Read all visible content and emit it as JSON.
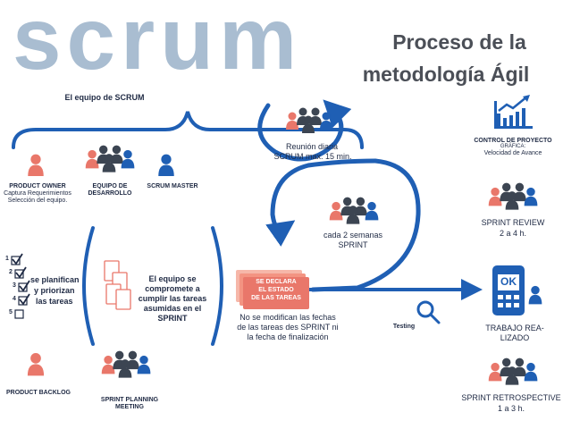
{
  "header": {
    "logo_text": "scrum",
    "title_line1": "Proceso de la",
    "title_line2": "metodología Ágil"
  },
  "team": {
    "heading": "El equipo de SCRUM",
    "product_owner": {
      "title": "PRODUCT OWNER",
      "desc1": "Captura Requerimientos",
      "desc2": "Selección del equipo."
    },
    "dev_team": {
      "line1": "EQUIPO DE",
      "line2": "DESARROLLO"
    },
    "scrum_master": "SCRUM MASTER"
  },
  "backlog": {
    "numbers": [
      "1",
      "2",
      "3",
      "4",
      "5"
    ],
    "text_line1": "se planifican",
    "text_line2": "y priorizan",
    "text_line3": "las tareas",
    "label": "PRODUCT BACKLOG"
  },
  "commit": {
    "line1": "El equipo se",
    "line2": "compromete a",
    "line3": "cumplir las tareas",
    "line4": "asumidas en el",
    "line5": "SPRINT"
  },
  "planning": {
    "line1": "SPRINT PLANNING",
    "line2": "MEETING"
  },
  "daily": {
    "line1": "Reunión diaria",
    "line2": "SCRUM  max. 15 min."
  },
  "sprint": {
    "line1": "cada 2 semanas",
    "line2": "SPRINT"
  },
  "declare": {
    "line1": "SE DECLARA",
    "line2": "EL ESTADO",
    "line3": "DE LAS TAREAS",
    "note1": "No se modifican las fechas",
    "note2": "de las tareas des SPRINT ni",
    "note3": "la fecha de finalización"
  },
  "testing": "Testing",
  "control": {
    "title": "CONTROL DE PROYECTO",
    "sub1": "GRÁFICA:",
    "sub2": "Velocidad de Avance"
  },
  "review": {
    "title": "SPRINT REVIEW",
    "time": "2 a 4 h."
  },
  "work": {
    "screen": "OK",
    "line1": "TRABAJO REA-",
    "line2": "LIZADO"
  },
  "retro": {
    "title": "SPRINT RETROSPECTIVE",
    "time": "1 a 3 h."
  },
  "colors": {
    "blue": "#1f5fb4",
    "salmon": "#e9776a",
    "dark": "#3c4552",
    "logo": "#a9bdd1"
  }
}
